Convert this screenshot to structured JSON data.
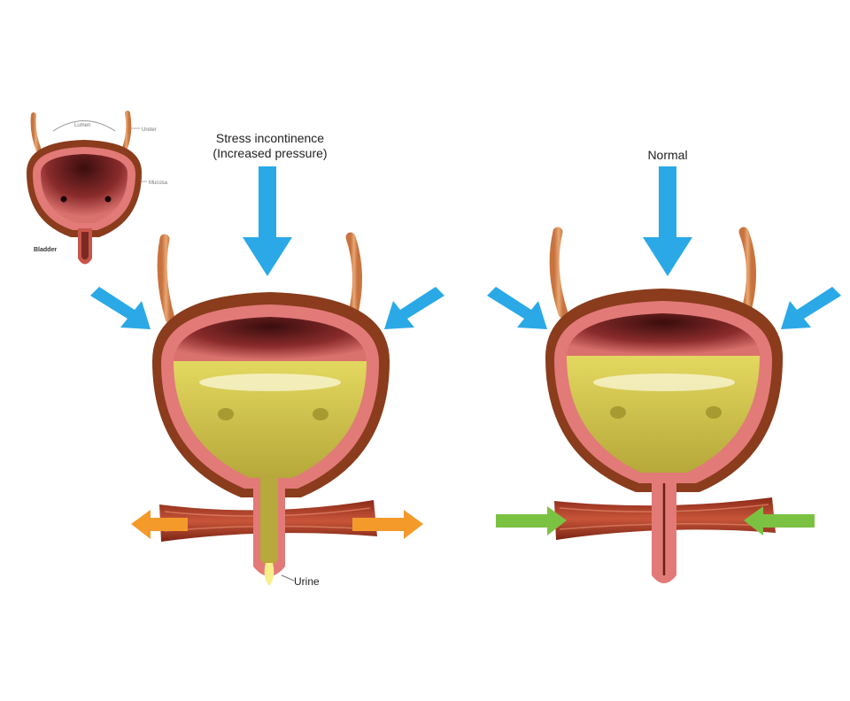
{
  "labels": {
    "stress_line1": "Stress incontinence",
    "stress_line2": "(Increased pressure)",
    "normal": "Normal",
    "urine": "Urine",
    "bladder": "Bladder",
    "small_ureter": "Ureter",
    "small_wall": "Mucosa",
    "small_top": "Lumen"
  },
  "colors": {
    "pressure_arrow": "#2aa9e6",
    "relax_arrow": "#f39a2b",
    "contract_arrow": "#7cc242",
    "bladder_outer": "#8a3c1c",
    "bladder_wall": "#e27a78",
    "urine": "#d8c94a",
    "muscle": "#b8402a"
  }
}
